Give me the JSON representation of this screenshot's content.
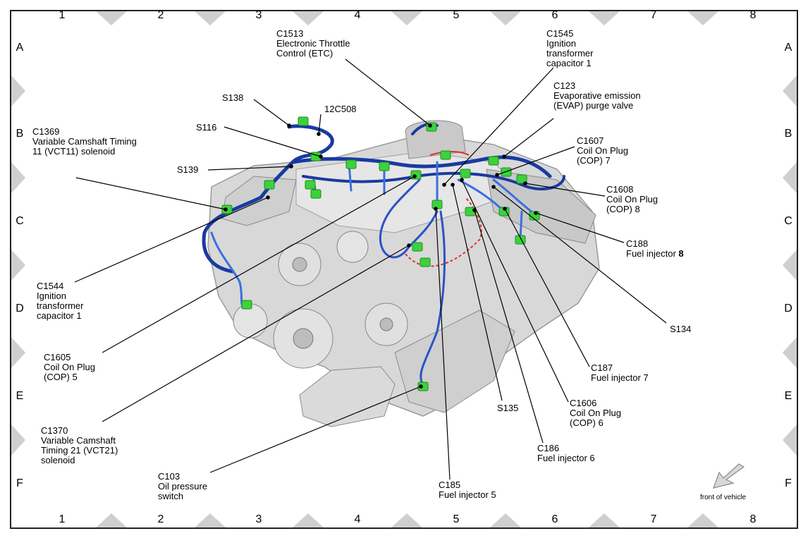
{
  "grid": {
    "columns": [
      "1",
      "2",
      "3",
      "4",
      "5",
      "6",
      "7",
      "8"
    ],
    "rows": [
      "A",
      "B",
      "C",
      "D",
      "E",
      "F"
    ]
  },
  "callouts": {
    "c1513": {
      "id": "C1513",
      "desc": "Electronic Throttle Control (ETC)"
    },
    "c1545": {
      "id": "C1545",
      "desc": "Ignition transformer capacitor 1"
    },
    "c123": {
      "id": "C123",
      "desc": "Evaporative emission (EVAP) purge valve"
    },
    "c1607": {
      "id": "C1607",
      "desc": "Coil On Plug (COP) 7"
    },
    "c1608": {
      "id": "C1608",
      "desc": "Coil On Plug (COP) 8"
    },
    "c188": {
      "id": "C188",
      "desc": "Fuel injector 8"
    },
    "s134": {
      "id": "S134"
    },
    "c187": {
      "id": "C187",
      "desc": "Fuel injector 7"
    },
    "c1606": {
      "id": "C1606",
      "desc": "Coil On Plug (COP) 6"
    },
    "c186": {
      "id": "C186",
      "desc": "Fuel injector 6"
    },
    "s135": {
      "id": "S135"
    },
    "c185": {
      "id": "C185",
      "desc": "Fuel injector 5"
    },
    "c103": {
      "id": "C103",
      "desc": "Oil pressure switch"
    },
    "c1370": {
      "id": "C1370",
      "desc": "Variable Camshaft Timing 21 (VCT21) solenoid"
    },
    "c1605": {
      "id": "C1605",
      "desc": "Coil On Plug (COP) 5"
    },
    "c1544": {
      "id": "C1544",
      "desc": "Ignition transformer capacitor 1"
    },
    "c1369": {
      "id": "C1369",
      "desc": "Variable Camshaft Timing 11 (VCT11) solenoid"
    },
    "s139": {
      "id": "S139"
    },
    "s116": {
      "id": "S116"
    },
    "s138": {
      "id": "S138"
    },
    "c12c508": {
      "id": "12C508"
    }
  },
  "footnote": "front of vehicle",
  "colors": {
    "harness": "#1a3aa0",
    "harness_light": "#3a6fe0",
    "connector": "#3cd23c",
    "engine": "#d4d4d4",
    "engine_dark": "#8a8a8a",
    "red_wire": "#e03030"
  }
}
